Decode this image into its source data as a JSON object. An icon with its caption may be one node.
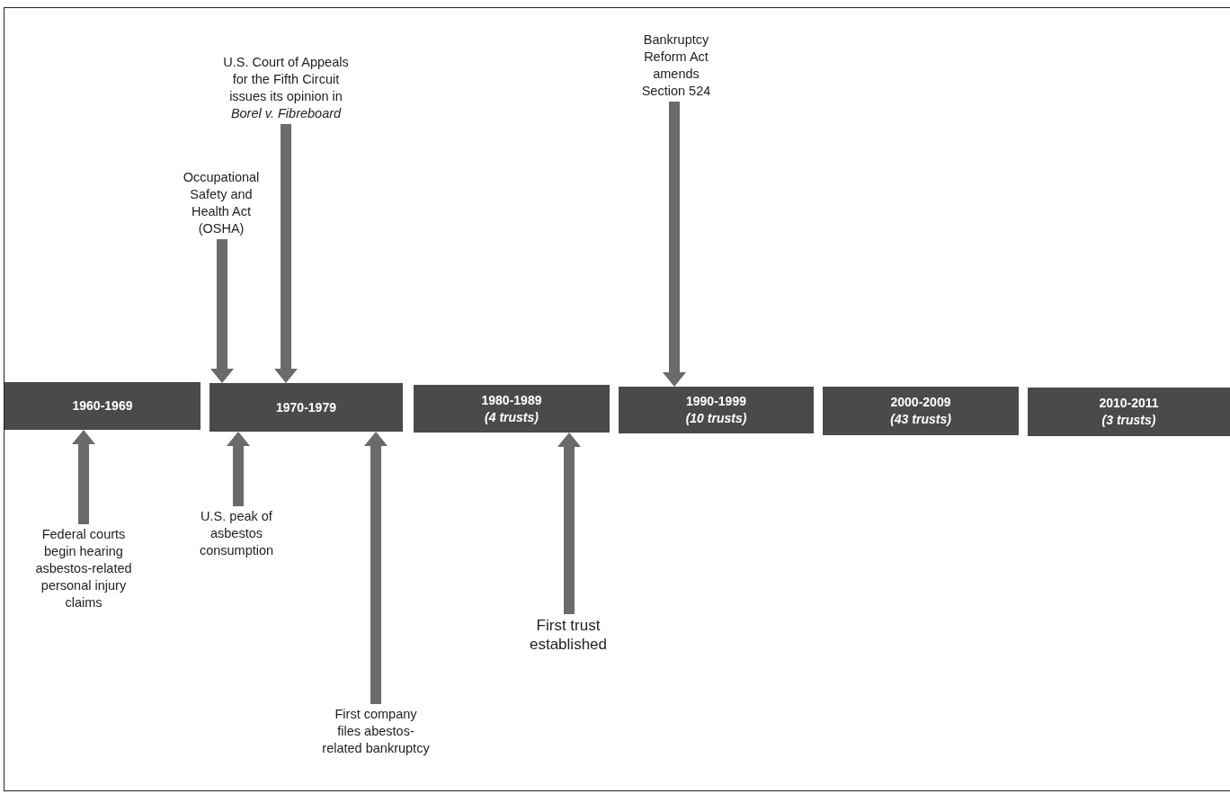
{
  "diagram": {
    "nodes": [
      {
        "text": [
          "U.S. Court of Appeals for the Fifth Circuit issues its opinion in *Borel v. Fibreboard*"
        ]
      },
      {
        "text": [
          "Bankruptcy Reform Act amends Section 524"
        ]
      },
      {
        "text": [
          "Occupational Safety and Health Act (OSHA)"
        ]
      },
      {
        "text": [
          "1960-1969"
        ]
      },
      {
        "text": [
          "1970-1979"
        ]
      },
      {
        "text": [
          "1980-1989",
          "(4 trusts)"
        ]
      },
      {
        "text": [
          "1990-1999",
          "(10 trusts)"
        ]
      },
      {
        "text": [
          "2000-2009",
          "(43 trusts)"
        ]
      },
      {
        "text": [
          "2010-2011",
          "(3 trusts)"
        ]
      },
      {
        "text": [
          "Federal courts begin hearing asbestos-related personal injury claims"
        ]
      },
      {
        "text": [
          "U.S. peak of asbestos consumption"
        ]
      },
      {
        "text": [
          "First trust established"
        ]
      },
      {
        "text": [
          "First company files abestos-related bankruptcy"
        ]
      }
    ],
    "edges": [
      {
        "from": 2,
        "to": 4,
        "arrow": "to"
      },
      {
        "from": 0,
        "to": 4,
        "arrow": "to"
      },
      {
        "from": 1,
        "to": 6,
        "arrow": "to"
      },
      {
        "from": 9,
        "to": 3,
        "arrow": "to"
      },
      {
        "from": 10,
        "to": 4,
        "arrow": "to"
      },
      {
        "from": 12,
        "to": 4,
        "arrow": "to"
      },
      {
        "from": 11,
        "to": 5,
        "arrow": "to"
      }
    ]
  }
}
